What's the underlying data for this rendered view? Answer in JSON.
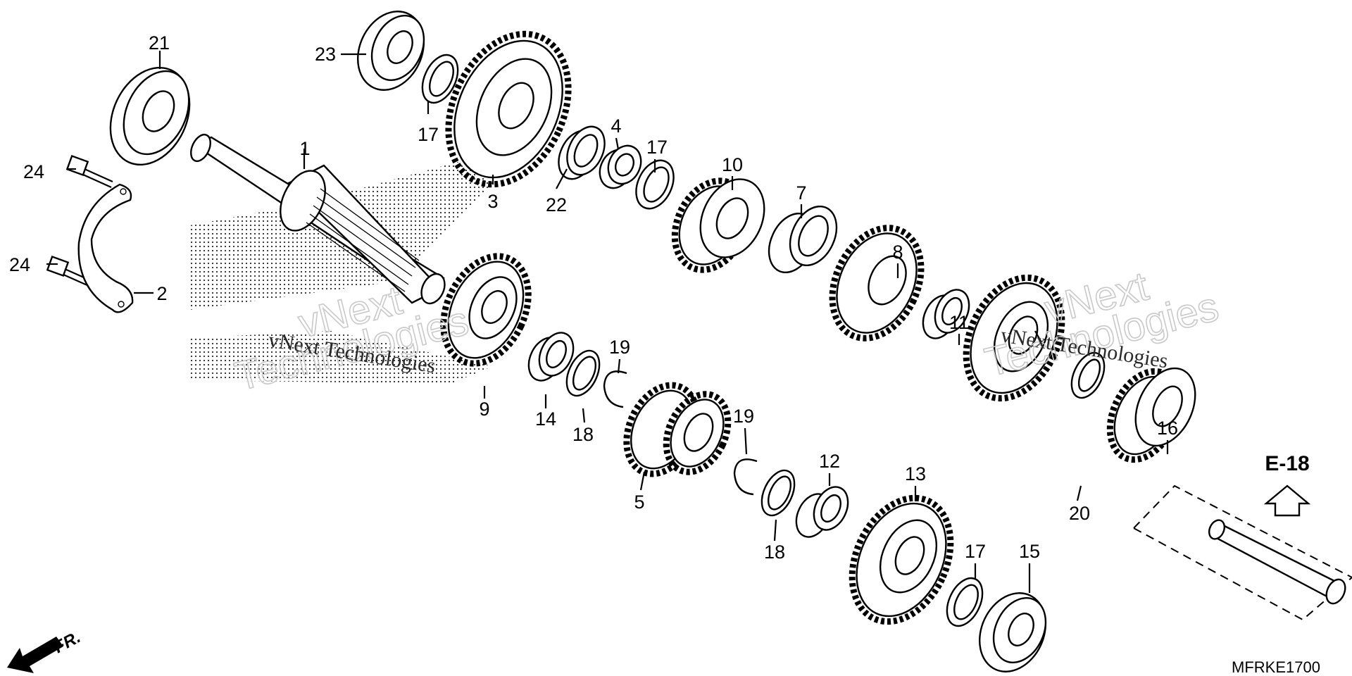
{
  "diagram": {
    "drawing_code": "MFRKE1700",
    "reference": "E-18",
    "front_indicator": "FR.",
    "watermark": {
      "company_line": "vNext Technologies",
      "outline_top": "vNext",
      "outline_bottom": "Technologies"
    },
    "callouts": [
      "1",
      "2",
      "3",
      "4",
      "5",
      "7",
      "8",
      "9",
      "10",
      "11",
      "12",
      "13",
      "14",
      "15",
      "16",
      "17",
      "18",
      "19",
      "20",
      "21",
      "22",
      "23",
      "24"
    ]
  }
}
